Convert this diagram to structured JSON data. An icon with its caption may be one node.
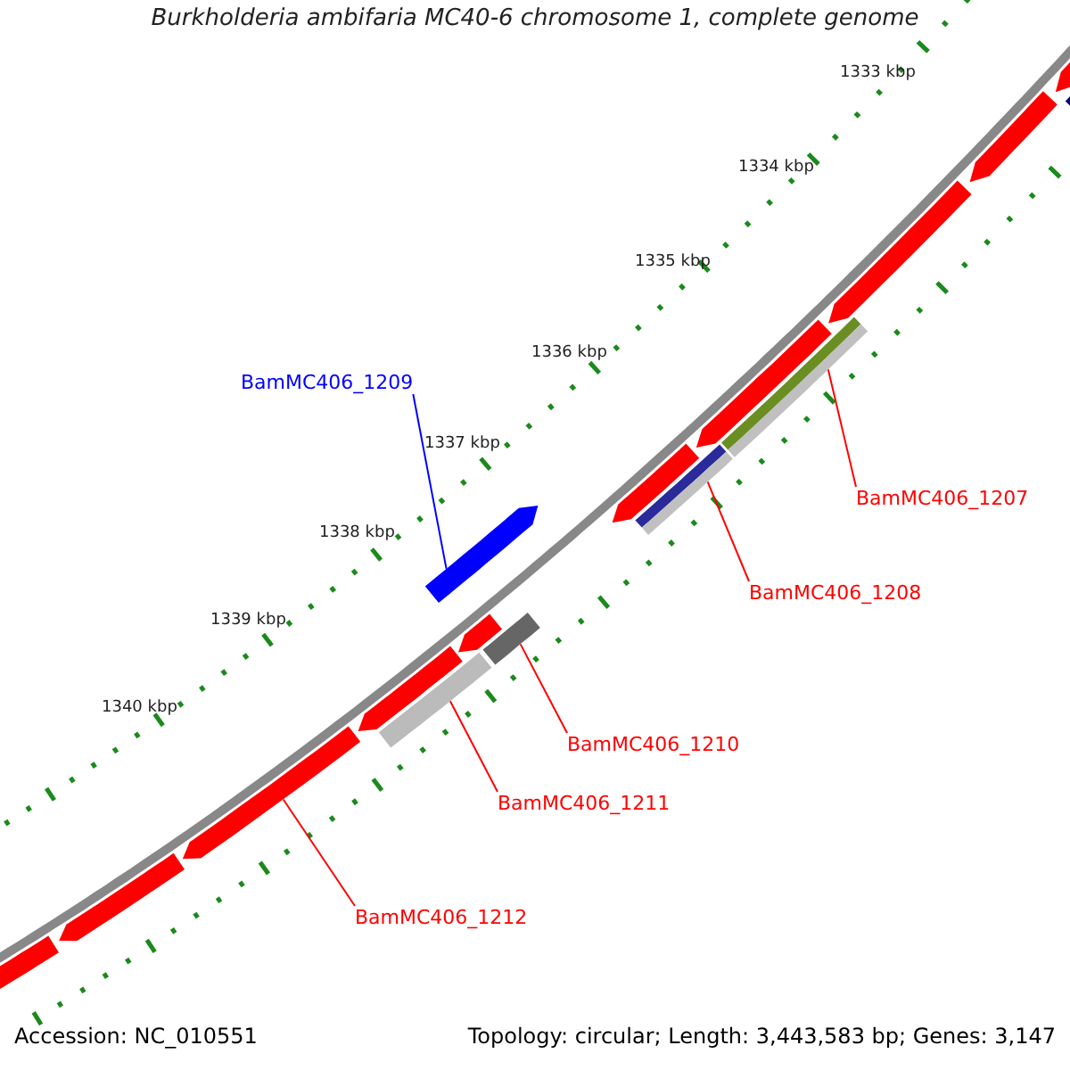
{
  "diagram": {
    "title": "Burkholderia ambifaria MC40-6 chromosome 1, complete genome",
    "nodes": [
      {
        "text": [
          "BamMC406_1209"
        ]
      },
      {
        "text": [],
        "shape": "bar"
      },
      {
        "text": [
          "BamMC406_1207"
        ]
      },
      {
        "text": [],
        "shape": "bar"
      },
      {
        "text": [
          "BamMC406_1208"
        ]
      },
      {
        "text": [],
        "shape": "bar"
      },
      {
        "text": [
          "BamMC406_1210"
        ]
      },
      {
        "text": [],
        "shape": "bar"
      },
      {
        "text": [
          "BamMC406_1211"
        ]
      },
      {
        "text": [],
        "shape": "bar"
      },
      {
        "text": [
          "BamMC406_1212"
        ]
      },
      {
        "text": [],
        "shape": "bar"
      },
      {
        "text": [],
        "shape": "bar"
      },
      {
        "text": [],
        "shape": "bar"
      },
      {
        "text": [],
        "shape": "bar"
      },
      {
        "text": [],
        "shape": "bar"
      },
      {
        "text": [],
        "shape": "bar"
      },
      {
        "text": [],
        "shape": "bar"
      },
      {
        "text": [],
        "shape": "bar"
      },
      {
        "text": [],
        "shape": "bar"
      },
      {
        "text": [],
        "shape": "bar"
      },
      {
        "text": [],
        "shape": "bar"
      }
    ],
    "edges": [
      {
        "from": 0,
        "to": 1,
        "arrow": "none",
        "color": "#0000ff"
      },
      {
        "from": 2,
        "to": 3,
        "arrow": "none"
      },
      {
        "from": 4,
        "to": 5,
        "arrow": "none"
      },
      {
        "from": 6,
        "to": 7,
        "arrow": "none"
      },
      {
        "from": 8,
        "to": 9,
        "arrow": "none"
      },
      {
        "from": 10,
        "to": 11,
        "arrow": "none"
      }
    ],
    "labels": [
      "1333 kbp",
      "1334 kbp",
      "1335 kbp",
      "1336 kbp",
      "1337 kbp",
      "1338 kbp",
      "1339 kbp",
      "1340 kbp",
      "Accession: NC_010551",
      "Topology: circular; Length: 3,443,583 bp; Genes: 3,147"
    ]
  }
}
